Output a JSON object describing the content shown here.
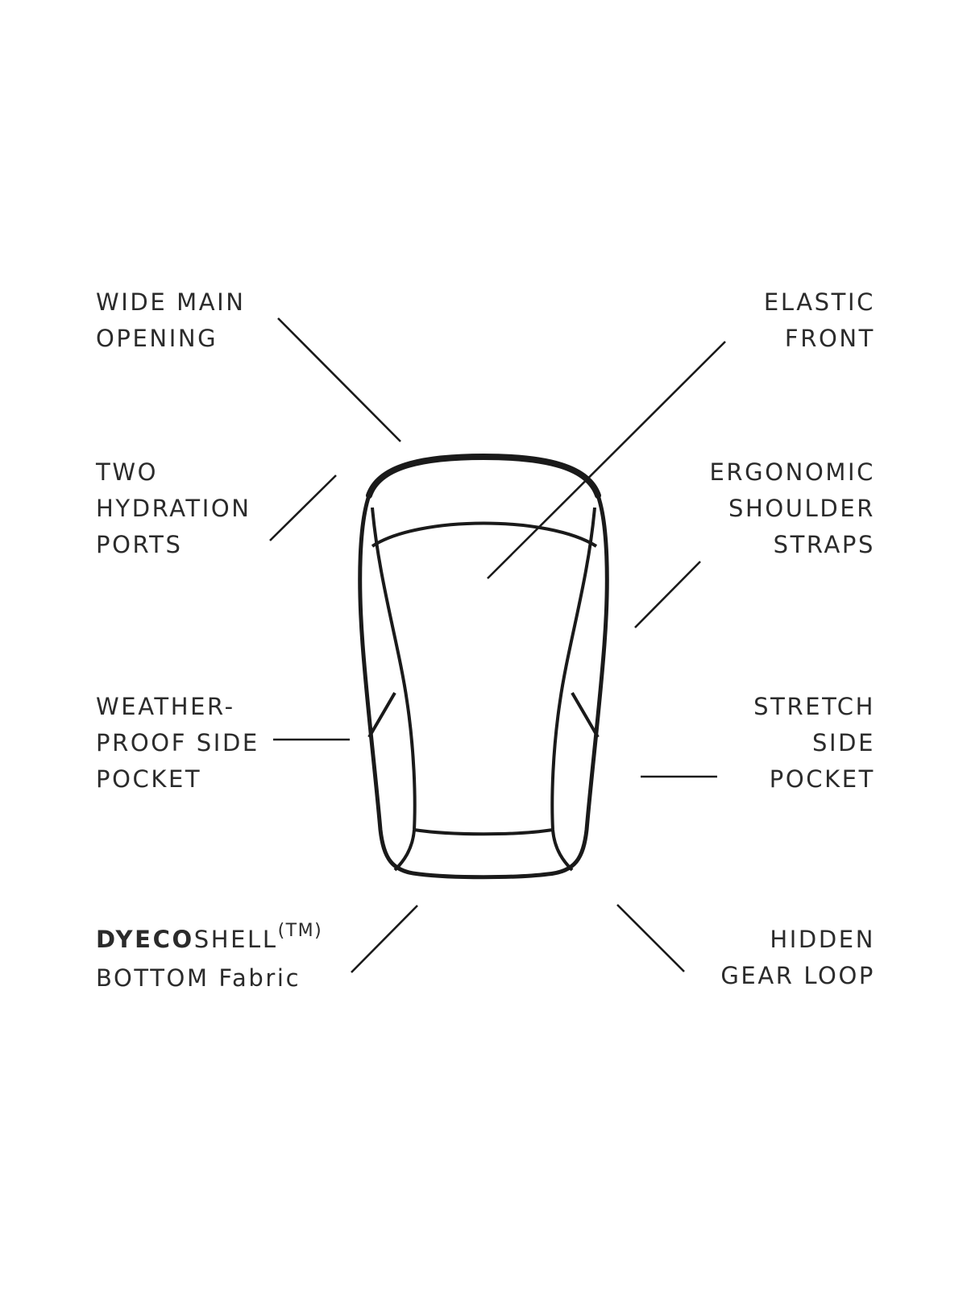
{
  "callouts": {
    "wide_main_opening": [
      "WIDE MAIN",
      "OPENING"
    ],
    "elastic_front": [
      "ELASTIC",
      "FRONT"
    ],
    "two_hydration_ports": [
      "TWO",
      "HYDRATION",
      "PORTS"
    ],
    "ergonomic_shoulder_straps": [
      "ERGONOMIC",
      "SHOULDER",
      "STRAPS"
    ],
    "weatherproof_side_pocket": [
      "WEATHER-",
      "PROOF SIDE",
      "POCKET"
    ],
    "stretch_side_pocket": [
      "STRETCH",
      "SIDE",
      "POCKET"
    ],
    "dyecoshell": {
      "brand_bold": "DYECO",
      "brand_regular": "SHELL",
      "trademark": "(TM)",
      "line2": "BOTTOM Fabric"
    },
    "hidden_gear_loop": [
      "HIDDEN",
      "GEAR LOOP"
    ]
  },
  "colors": {
    "ink": "#1a1a1a",
    "text": "#2b2b2b",
    "background": "#ffffff"
  }
}
